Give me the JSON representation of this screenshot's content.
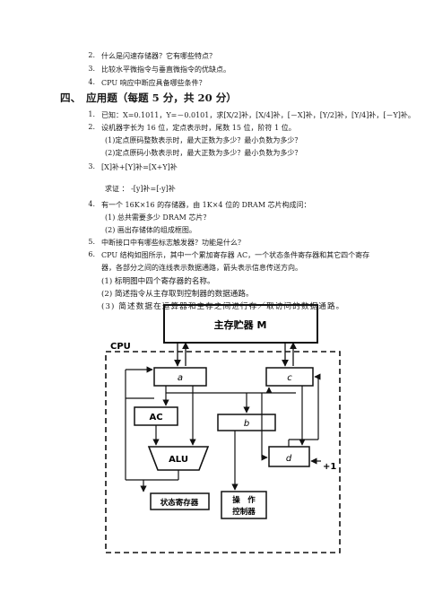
{
  "questions_top": [
    {
      "num": "2.",
      "text": "什么是闪速存储器？它有哪些特点？"
    },
    {
      "num": "3.",
      "text": "比较水平微指令与垂直微指令的优缺点。"
    },
    {
      "num": "4.",
      "text": "CPU 响应中断应具备哪些条件？"
    }
  ],
  "section": {
    "number": "四、",
    "title": "应用题（每题 5 分，共 20 分）"
  },
  "q1": {
    "num": "1.",
    "text": "已知：X=0.1011，Y=－0.0101，求[X/2]补，[X/4]补，[－X]补，[Y/2]补，[Y/4]补，[－Y]补。"
  },
  "q2": {
    "num": "2.",
    "text": "设机器字长为 16 位，定点表示时，尾数 15 位，阶符 1 位。",
    "sub1": "(1)定点原码整数表示时，最大正数为多少？最小负数为多少？",
    "sub2": "(2)定点原码小数表示时，最大正数为多少？最小负数为多少？"
  },
  "q3": {
    "num": "3.",
    "formula": "[X]补+[Y]补=[X+Y]补",
    "proof": "求证 ： -[y]补=[-y]补"
  },
  "q4": {
    "num": "4.",
    "text": "有一个 16K×16 的存储器，由 1K×4 位的 DRAM 芯片构成问：",
    "sub1": "(1) 总共需要多少 DRAM 芯片？",
    "sub2": "(2) 画出存储体的组成框图。"
  },
  "q5": {
    "num": "5.",
    "text": "中断接口中有哪些标志触发器？功能是什么？"
  },
  "q6": {
    "num": "6.",
    "line1": "CPU 结构如图所示，其中一个累加寄存器 AC，一个状态条件寄存器和其它四个寄存",
    "line2": "器，各部分之间的连线表示数据通路，箭头表示信息传送方向。",
    "sub1": "(1) 标明图中四个寄存器的名称。",
    "sub2": "(2) 简述指令从主存取到控制器的数据通路。",
    "sub3": "(3) 简述数据在运算器和主存之间进行存／取访问的数据通路。"
  },
  "diagram": {
    "memory_label": "主存贮器 M",
    "cpu_label": "CPU",
    "reg_a": "a",
    "reg_c": "c",
    "reg_ac": "AC",
    "reg_b": "b",
    "alu": "ALU",
    "reg_d": "d",
    "plus_one": "+1",
    "status_reg": "状态寄存器",
    "control_line1": "操　作",
    "control_line2": "控制器"
  }
}
